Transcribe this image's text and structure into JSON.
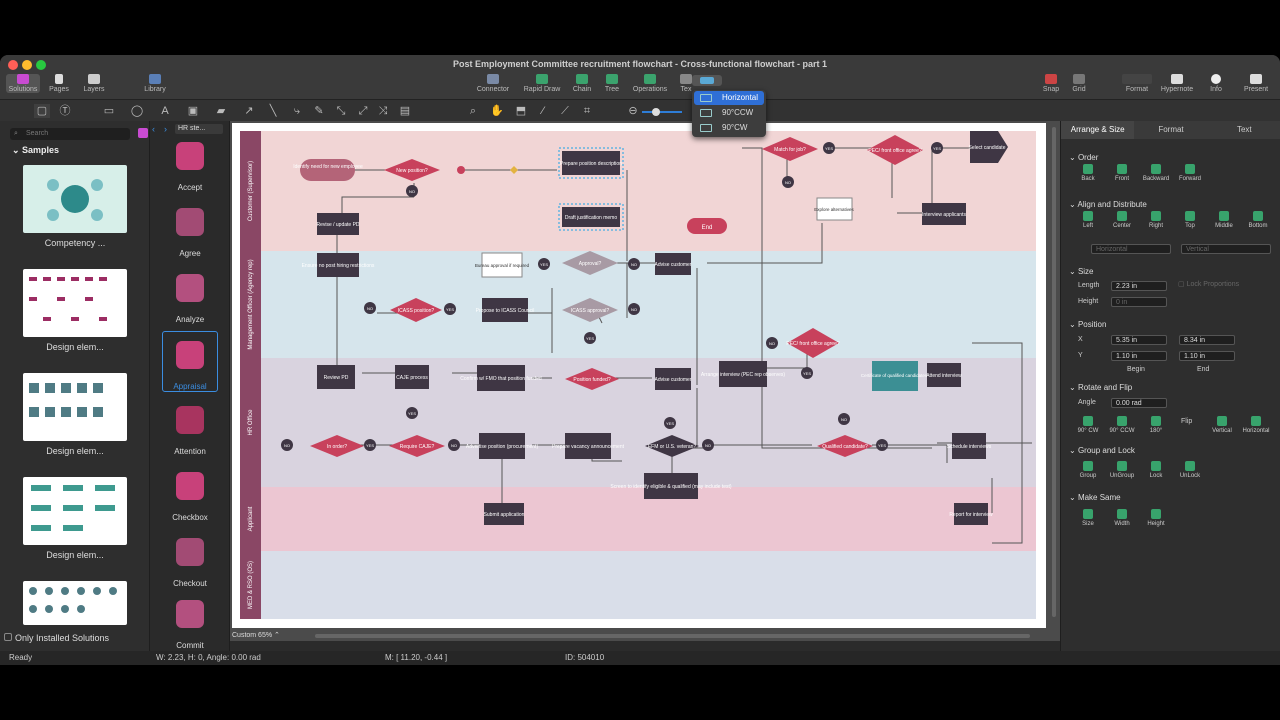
{
  "window": {
    "title": "Post Employment Committee recruitment flowchart - Cross-functional flowchart - part 1"
  },
  "toolbar": {
    "solutions": "Solutions",
    "pages": "Pages",
    "layers": "Layers",
    "library": "Library",
    "connector": "Connector",
    "rapid_draw": "Rapid Draw",
    "chain": "Chain",
    "tree": "Tree",
    "operations": "Operations",
    "text": "Tex",
    "snap": "Snap",
    "grid": "Grid",
    "format": "Format",
    "hypernote": "Hypernote",
    "info": "Info",
    "present": "Present"
  },
  "rotation_menu": {
    "items": [
      "Horizontal",
      "90°CCW",
      "90°CW"
    ]
  },
  "left": {
    "search_placeholder": "Search",
    "section": "Samples",
    "library_select": "HR ste...",
    "only_installed": "Only Installed Solutions",
    "thumbs": [
      "Competency ...",
      "Design elem...",
      "Design elem...",
      "Design elem..."
    ]
  },
  "library_items": [
    "Accept",
    "Agree",
    "Analyze",
    "Appraisal",
    "Attention",
    "Checkbox",
    "Checkout",
    "Commit"
  ],
  "right": {
    "tabs": [
      "Arrange & Size",
      "Format",
      "Text"
    ],
    "order": "Order",
    "order_btns": [
      "Back",
      "Front",
      "Backward",
      "Forward"
    ],
    "align": "Align and Distribute",
    "align_btns": [
      "Left",
      "Center",
      "Right",
      "Top",
      "Middle",
      "Bottom"
    ],
    "h_select": "Horizontal",
    "v_select": "Vertical",
    "size": "Size",
    "length_label": "Length",
    "length": "2.23 in",
    "height_label": "Height",
    "height": "0 in",
    "lock": "Lock Proportions",
    "position": "Position",
    "x_label": "X",
    "x_begin": "5.35 in",
    "x_end": "8.34 in",
    "y_label": "Y",
    "y_begin": "1.10 in",
    "y_end": "1.10 in",
    "begin": "Begin",
    "end": "End",
    "rotate": "Rotate and Flip",
    "angle_label": "Angle",
    "angle": "0.00 rad",
    "rot_btns": [
      "90° CW",
      "90° CCW",
      "180°"
    ],
    "flip": "Flip",
    "flip_btns": [
      "Vertical",
      "Horizontal"
    ],
    "group": "Group and Lock",
    "group_btns": [
      "Group",
      "UnGroup",
      "Lock",
      "UnLock"
    ],
    "make_same": "Make Same",
    "same_btns": [
      "Size",
      "Width",
      "Height"
    ]
  },
  "status": {
    "ready": "Ready",
    "dims": "W: 2.23,  H: 0,  Angle: 0.00 rad",
    "mouse": "M: [ 11.20, -0.44 ]",
    "id": "ID: 504010",
    "zoom": "Custom 65%"
  },
  "lanes": [
    "Customer (Supervisor)",
    "Management Officer (Agency rep)",
    "HR Office",
    "Applicant",
    "MED & RSO (OS)"
  ],
  "lane_colors": [
    "#f1d5d5",
    "#d6e5ec",
    "#d9d3df",
    "#ecc6d2",
    "#d9dee9"
  ],
  "flow": {
    "identify": "Identify need for new employee",
    "new_position": "New position?",
    "prepare_pd": "Prepare position description",
    "draft_memo": "Draft justification memo",
    "match": "Match for job?",
    "pec1": "PEC/ front office agree?",
    "select": "Select candidate",
    "revise": "Revise / update PD",
    "explore": "Explore alternatives",
    "interview_app": "Interview applicants",
    "end": "End",
    "ensure": "Ensure no post hiring restrictions",
    "bureau": "Bureau approval if required",
    "approval": "Approval?",
    "advise1": "Advise customer",
    "icass1": "ICASS position?",
    "propose": "Propose to ICASS Council",
    "icass_approve": "ICASS approval?",
    "pec2": "PEC/ front office agree?",
    "review_pd": "Review PD",
    "caje": "CAJE process",
    "confirm": "Confirm w/ FMO that position funded",
    "pos_funded": "Position funded?",
    "advise2": "Advise customer",
    "arrange": "Arrange interview (PEC rep observes)",
    "certificate": "Certificate of qualified candidates",
    "attend": "Attend interview",
    "in_order": "In order?",
    "require_caje": "Require CAJE?",
    "advertise": "Advertise position (procurement)",
    "prepare_vac": "Prepare vacancy announcement",
    "efm": "EFM or U.S. veteran?",
    "qualified": "Qualified candidate?",
    "schedule": "Schedule interviews",
    "screen": "Screen to identify eligible & qualified (may include test)",
    "submit": "Submit application",
    "report": "Report for interview",
    "yes": "YES",
    "no": "NO"
  }
}
